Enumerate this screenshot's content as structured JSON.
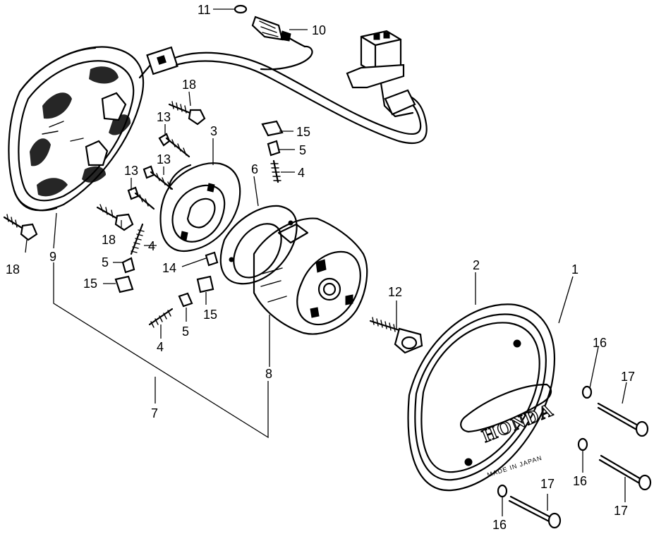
{
  "diagram": {
    "callouts": [
      {
        "id": "c11",
        "label": "11"
      },
      {
        "id": "c10",
        "label": "10"
      },
      {
        "id": "c18a",
        "label": "18"
      },
      {
        "id": "c13a",
        "label": "13"
      },
      {
        "id": "c3",
        "label": "3"
      },
      {
        "id": "c15a",
        "label": "15"
      },
      {
        "id": "c5a",
        "label": "5"
      },
      {
        "id": "c13b",
        "label": "13"
      },
      {
        "id": "c13c",
        "label": "13"
      },
      {
        "id": "c6",
        "label": "6"
      },
      {
        "id": "c4a",
        "label": "4"
      },
      {
        "id": "c18b",
        "label": "18"
      },
      {
        "id": "c4b",
        "label": "4"
      },
      {
        "id": "c18c",
        "label": "18"
      },
      {
        "id": "c9",
        "label": "9"
      },
      {
        "id": "c5b",
        "label": "5"
      },
      {
        "id": "c14",
        "label": "14"
      },
      {
        "id": "c15b",
        "label": "15"
      },
      {
        "id": "c2",
        "label": "2"
      },
      {
        "id": "c1",
        "label": "1"
      },
      {
        "id": "c12",
        "label": "12"
      },
      {
        "id": "c15c",
        "label": "15"
      },
      {
        "id": "c5c",
        "label": "5"
      },
      {
        "id": "c4c",
        "label": "4"
      },
      {
        "id": "c8",
        "label": "8"
      },
      {
        "id": "c7",
        "label": "7"
      },
      {
        "id": "c16a",
        "label": "16"
      },
      {
        "id": "c17a",
        "label": "17"
      },
      {
        "id": "c16b",
        "label": "16"
      },
      {
        "id": "c17b",
        "label": "17"
      },
      {
        "id": "c17c",
        "label": "17"
      },
      {
        "id": "c16c",
        "label": "16"
      }
    ],
    "cover_brand": "HONDA",
    "cover_origin": "MADE IN JAPAN"
  }
}
